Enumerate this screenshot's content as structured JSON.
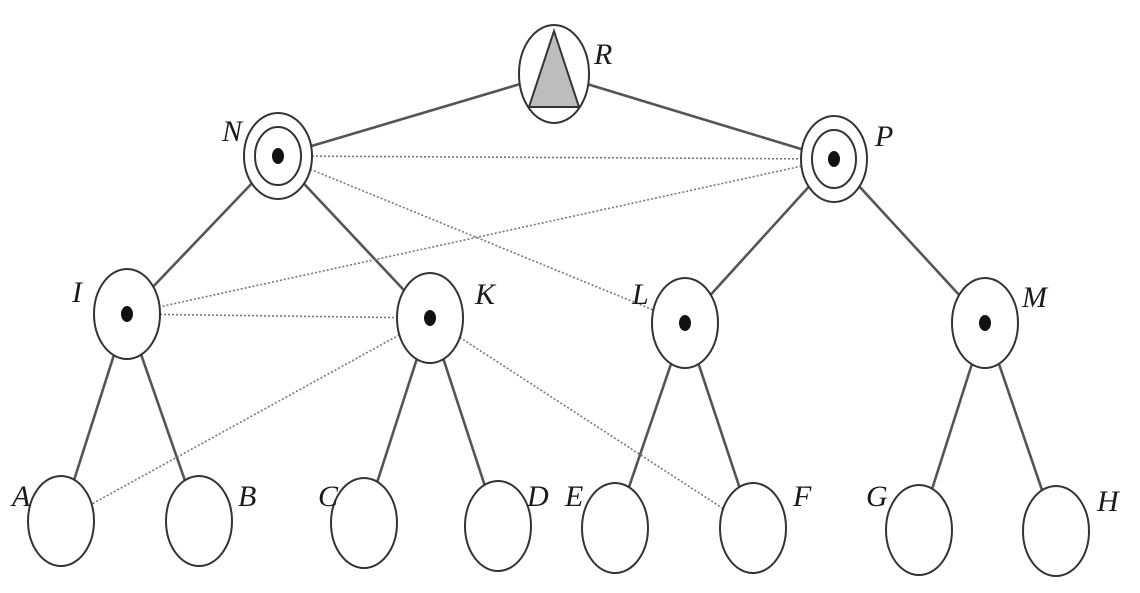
{
  "nodes": [
    {
      "id": "R",
      "label": "R",
      "kind": "root"
    },
    {
      "id": "N",
      "label": "N",
      "kind": "double"
    },
    {
      "id": "P",
      "label": "P",
      "kind": "double"
    },
    {
      "id": "I",
      "label": "I",
      "kind": "dot"
    },
    {
      "id": "K",
      "label": "K",
      "kind": "dot"
    },
    {
      "id": "L",
      "label": "L",
      "kind": "dot"
    },
    {
      "id": "M",
      "label": "M",
      "kind": "dot"
    },
    {
      "id": "A",
      "label": "A",
      "kind": "leaf"
    },
    {
      "id": "B",
      "label": "B",
      "kind": "leaf"
    },
    {
      "id": "C",
      "label": "C",
      "kind": "leaf"
    },
    {
      "id": "D",
      "label": "D",
      "kind": "leaf"
    },
    {
      "id": "E",
      "label": "E",
      "kind": "leaf"
    },
    {
      "id": "F",
      "label": "F",
      "kind": "leaf"
    },
    {
      "id": "G",
      "label": "G",
      "kind": "leaf"
    },
    {
      "id": "H",
      "label": "H",
      "kind": "leaf"
    }
  ],
  "edges": [
    {
      "from": "R",
      "to": "N",
      "style": "solid"
    },
    {
      "from": "R",
      "to": "P",
      "style": "solid"
    },
    {
      "from": "N",
      "to": "I",
      "style": "solid"
    },
    {
      "from": "N",
      "to": "K",
      "style": "solid"
    },
    {
      "from": "P",
      "to": "L",
      "style": "solid"
    },
    {
      "from": "P",
      "to": "M",
      "style": "solid"
    },
    {
      "from": "I",
      "to": "A",
      "style": "solid"
    },
    {
      "from": "I",
      "to": "B",
      "style": "solid"
    },
    {
      "from": "K",
      "to": "C",
      "style": "solid"
    },
    {
      "from": "K",
      "to": "D",
      "style": "solid"
    },
    {
      "from": "L",
      "to": "E",
      "style": "solid"
    },
    {
      "from": "L",
      "to": "F",
      "style": "solid"
    },
    {
      "from": "M",
      "to": "G",
      "style": "solid"
    },
    {
      "from": "M",
      "to": "H",
      "style": "solid"
    },
    {
      "from": "N",
      "to": "P",
      "style": "dotted"
    },
    {
      "from": "N",
      "to": "L",
      "style": "dotted"
    },
    {
      "from": "P",
      "to": "I",
      "style": "dotted"
    },
    {
      "from": "I",
      "to": "K",
      "style": "dotted"
    },
    {
      "from": "K",
      "to": "A",
      "style": "dotted"
    },
    {
      "from": "K",
      "to": "F",
      "style": "dotted"
    }
  ]
}
